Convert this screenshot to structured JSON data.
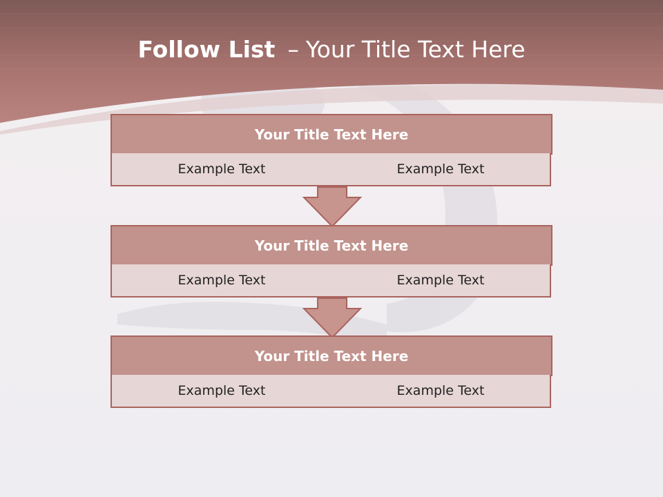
{
  "slide": {
    "title_bold": "Follow List",
    "title_separator": "–",
    "title_rest": "Your Title Text Here"
  },
  "blocks": [
    {
      "title": "Your Title Text Here",
      "left_text": "Example Text",
      "right_text": "Example Text"
    },
    {
      "title": "Your Title Text Here",
      "left_text": "Example Text",
      "right_text": "Example Text"
    },
    {
      "title": "Your Title Text Here",
      "left_text": "Example Text",
      "right_text": "Example Text"
    }
  ],
  "colors": {
    "header_band": "#a8726e",
    "block_title_fill": "#c2928c",
    "cell_fill": "#e7d6d6",
    "border": "#a9635d",
    "arrow_fill": "#c7948e"
  }
}
